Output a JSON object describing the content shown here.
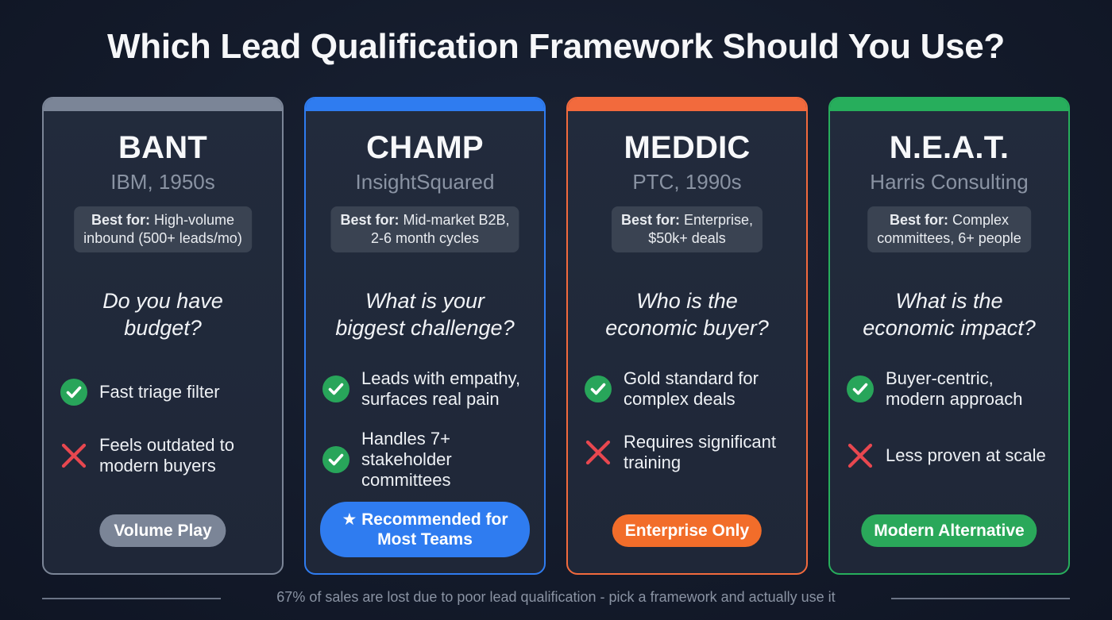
{
  "title": "Which Lead Qualification Framework Should You Use?",
  "cards": [
    {
      "name": "BANT",
      "origin": "IBM, 1950s",
      "best_for_label": "Best for:",
      "best_for_line1": "High-volume",
      "best_for_line2": "inbound (500+ leads/mo)",
      "question_line1": "Do you have",
      "question_line2": "budget?",
      "points": [
        {
          "type": "pro",
          "icon": "check-icon",
          "text": "Fast triage filter"
        },
        {
          "type": "con",
          "icon": "x-icon",
          "text": "Feels outdated to modern buyers"
        }
      ],
      "badge": "Volume Play",
      "accent": "#7b8597",
      "badge_color": "#7b8597"
    },
    {
      "name": "CHAMP",
      "origin": "InsightSquared",
      "best_for_label": "Best for:",
      "best_for_line1": "Mid-market B2B,",
      "best_for_line2": "2-6 month cycles",
      "question_line1": "What is your",
      "question_line2": "biggest challenge?",
      "points": [
        {
          "type": "pro",
          "icon": "check-icon",
          "text": "Leads with empathy, surfaces real pain"
        },
        {
          "type": "pro",
          "icon": "check-icon",
          "text": "Handles 7+ stakeholder committees"
        }
      ],
      "badge_icon": "star-icon",
      "badge_line1": "Recommended for",
      "badge_line2": "Most Teams",
      "accent": "#2f7cf0",
      "badge_color": "#2f7cf0"
    },
    {
      "name": "MEDDIC",
      "origin": "PTC, 1990s",
      "best_for_label": "Best for:",
      "best_for_line1": "Enterprise,",
      "best_for_line2": "$50k+ deals",
      "question_line1": "Who is the",
      "question_line2": "economic buyer?",
      "points": [
        {
          "type": "pro",
          "icon": "check-icon",
          "text": "Gold standard for complex deals"
        },
        {
          "type": "con",
          "icon": "x-icon",
          "text": "Requires significant training"
        }
      ],
      "badge": "Enterprise Only",
      "accent": "#f26a3d",
      "badge_color": "#f26d2a"
    },
    {
      "name": "N.E.A.T.",
      "origin": "Harris Consulting",
      "best_for_label": "Best for:",
      "best_for_line1": "Complex",
      "best_for_line2": "committees, 6+ people",
      "question_line1": "What is the",
      "question_line2": "economic impact?",
      "points": [
        {
          "type": "pro",
          "icon": "check-icon",
          "text": "Buyer-centric, modern approach"
        },
        {
          "type": "con",
          "icon": "x-icon",
          "text": "Less proven at scale"
        }
      ],
      "badge": "Modern Alternative",
      "accent": "#27ae5c",
      "badge_color": "#2aa85a"
    }
  ],
  "footer": "67% of sales are lost due to poor lead qualification - pick a framework and actually use it",
  "colors": {
    "background": "#141b2b",
    "card_bg": "#212a3b",
    "check": "#28a55a",
    "cross": "#e8474f"
  }
}
